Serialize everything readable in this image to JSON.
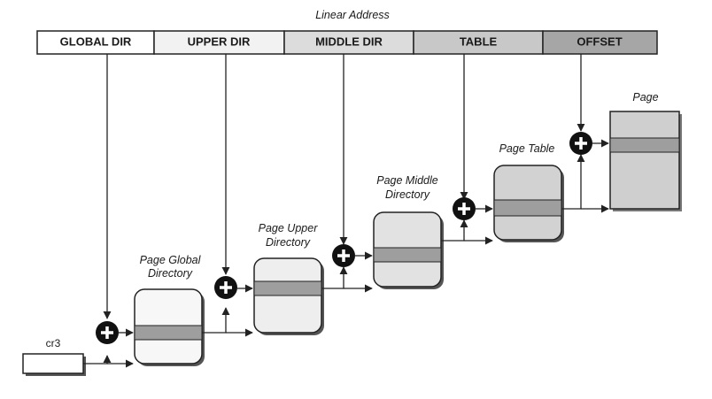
{
  "title": "Linear Address",
  "address_fields": [
    {
      "label": "GLOBAL DIR",
      "fill": "#ffffff"
    },
    {
      "label": "UPPER DIR",
      "fill": "#f2f2f2"
    },
    {
      "label": "MIDDLE DIR",
      "fill": "#dcdcdc"
    },
    {
      "label": "TABLE",
      "fill": "#c8c8c8"
    },
    {
      "label": "OFFSET",
      "fill": "#a6a6a6"
    }
  ],
  "register": {
    "label": "cr3"
  },
  "tables": [
    {
      "line1": "Page Global",
      "line2": "Directory",
      "fill": "#f7f7f7"
    },
    {
      "line1": "Page Upper",
      "line2": "Directory",
      "fill": "#eeeeee"
    },
    {
      "line1": "Page Middle",
      "line2": "Directory",
      "fill": "#e2e2e2"
    },
    {
      "line1": "Page Table",
      "line2": "",
      "fill": "#d2d2d2"
    }
  ],
  "page": {
    "label": "Page",
    "fill": "#cfcfcf"
  },
  "entry_fill": "#9e9e9e",
  "adder_icon": "plus-circle-icon"
}
